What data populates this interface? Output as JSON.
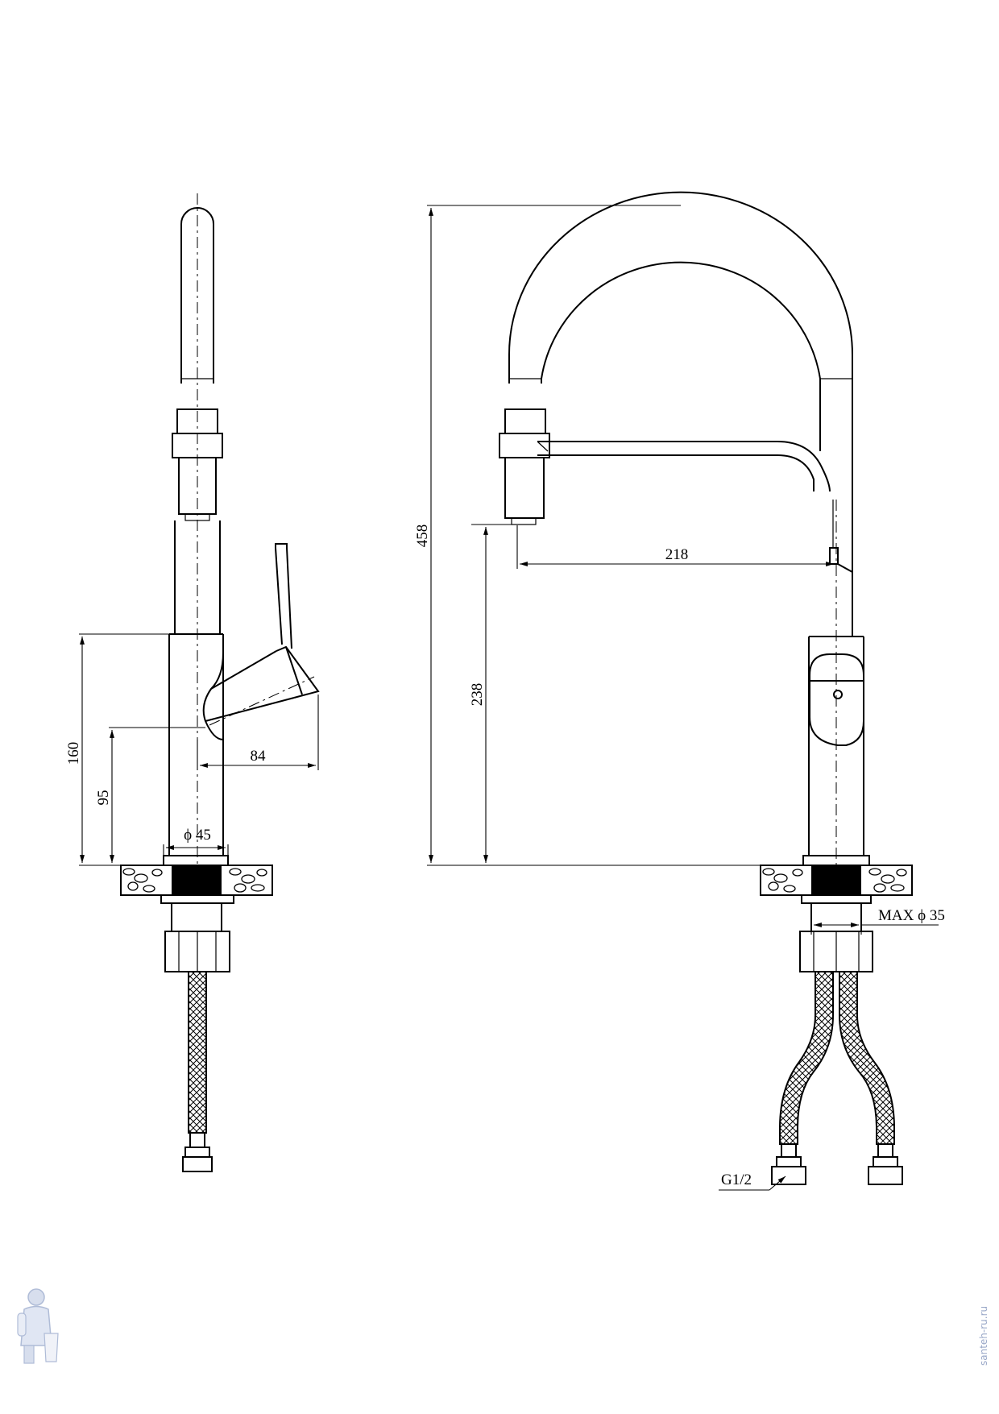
{
  "side_view": {
    "dim_height": "160",
    "dim_lever_height": "95",
    "dim_lever_reach": "84",
    "dim_base_diameter": "ϕ 45"
  },
  "front_view": {
    "dim_total_height": "458",
    "dim_outlet_height": "238",
    "dim_spout_reach": "218",
    "dim_max_hole": "MAX ϕ 35",
    "dim_connection": "G1/2"
  },
  "watermark": {
    "text": "santeh-ru.ru",
    "icon": "plumber-mascot-icon"
  }
}
